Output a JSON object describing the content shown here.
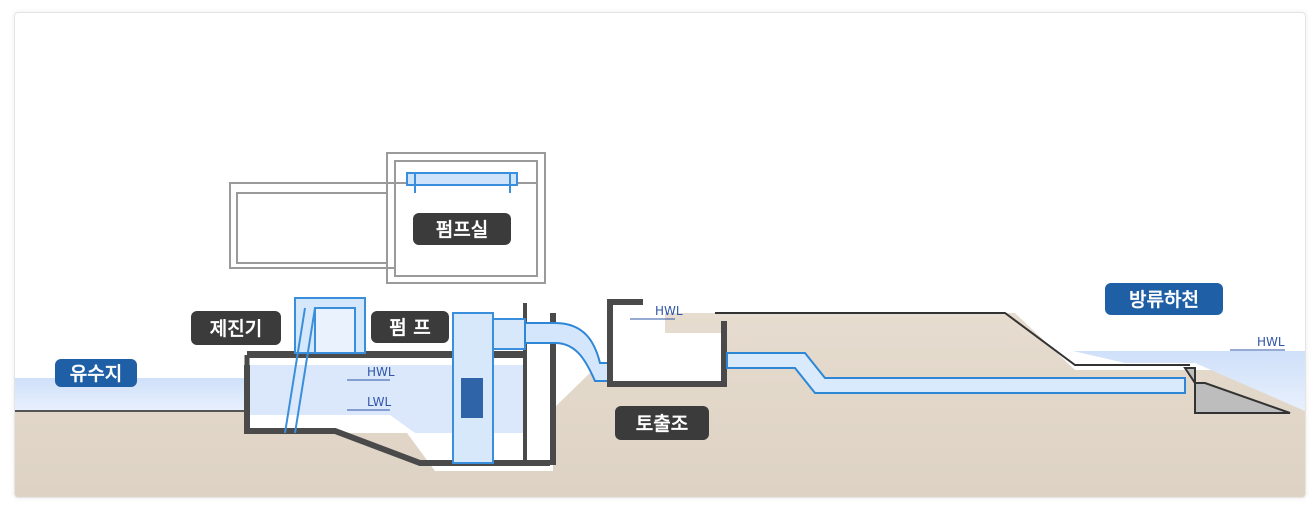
{
  "labels": {
    "reservoir": "유수지",
    "screen": "제진기",
    "pump": "펌 프",
    "pump_room": "펌프실",
    "discharge_tank": "토출조",
    "river": "방류하천"
  },
  "levels": {
    "hwl": "HWL",
    "lwl": "LWL"
  },
  "colors": {
    "dark_label": "#3b3b3b",
    "blue_label": "#1f5fa5",
    "water": "#d6e6fb",
    "earth": "#e3d9cc",
    "pipe": "#2d86d6",
    "structure": "#4a4a4a"
  }
}
